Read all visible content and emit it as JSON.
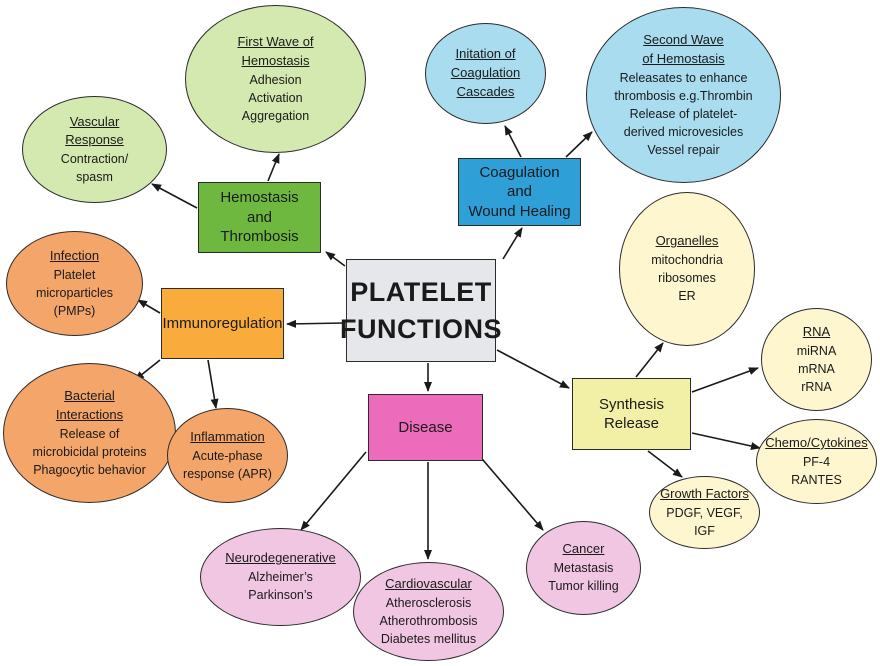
{
  "colors": {
    "green_light": "#d4e9b0",
    "green_box": "#6fb83f",
    "blue_light": "#a9dcef",
    "blue_box": "#2f9fd8",
    "orange": "#f4a569",
    "orange_box": "#f9ab3c",
    "pink_light": "#f1c6e2",
    "pink_box": "#ec6cbb",
    "yellow_light": "#fdf6cf",
    "yellow_box": "#f2f0a6",
    "gray_box": "#e6e7ea"
  },
  "center": {
    "lines": [
      "PLATELET",
      "FUNCTIONS"
    ]
  },
  "categories": {
    "hemostasis": {
      "lines": [
        "Hemostasis",
        "and",
        "Thrombosis"
      ]
    },
    "coagulation": {
      "lines": [
        "Coagulation",
        "and",
        "Wound Healing"
      ]
    },
    "immunoregulation": {
      "lines": [
        "Immunoregulation"
      ]
    },
    "disease": {
      "lines": [
        "Disease"
      ]
    },
    "synthesis": {
      "lines": [
        "Synthesis",
        "Release"
      ]
    }
  },
  "leaves": {
    "first_wave": {
      "title": [
        "First Wave of",
        "Hemostasis"
      ],
      "lines": [
        "Adhesion",
        "Activation",
        "Aggregation"
      ]
    },
    "vascular": {
      "title": [
        "Vascular",
        "Response"
      ],
      "lines": [
        "Contraction/",
        "spasm"
      ]
    },
    "initiation": {
      "title": [
        "Initation of",
        "Coagulation",
        "Cascades"
      ],
      "lines": []
    },
    "second_wave": {
      "title": [
        "Second Wave",
        "of Hemostasis"
      ],
      "lines": [
        "Releasates to enhance",
        "thrombosis e.g.Thrombin",
        "Release of platelet-",
        "derived microvesicles",
        "Vessel repair"
      ]
    },
    "infection": {
      "title": [
        "Infection"
      ],
      "lines": [
        "Platelet",
        "microparticles",
        "(PMPs)"
      ]
    },
    "bacterial": {
      "title": [
        "Bacterial",
        "Interactions"
      ],
      "lines": [
        "Release of",
        "microbicidal proteins",
        "Phagocytic behavior"
      ]
    },
    "inflammation": {
      "title": [
        "Inflammation"
      ],
      "lines": [
        "Acute-phase",
        "response (APR)"
      ]
    },
    "neuro": {
      "title": [
        "Neurodegenerative"
      ],
      "lines": [
        "Alzheimer’s",
        "Parkinson’s"
      ]
    },
    "cardio": {
      "title": [
        "Cardiovascular"
      ],
      "lines": [
        "Atherosclerosis",
        "Atherothrombosis",
        "Diabetes mellitus"
      ]
    },
    "cancer": {
      "title": [
        "Cancer"
      ],
      "lines": [
        "Metastasis",
        "Tumor killing"
      ]
    },
    "organelles": {
      "title": [
        "Organelles"
      ],
      "lines": [
        "mitochondria",
        "ribosomes",
        "ER"
      ]
    },
    "rna": {
      "title": [
        "RNA"
      ],
      "lines": [
        "miRNA",
        "mRNA",
        "rRNA"
      ]
    },
    "chemo": {
      "title": [
        "Chemo/Cytokines"
      ],
      "lines": [
        "PF-4",
        "RANTES"
      ]
    },
    "growth": {
      "title": [
        "Growth Factors"
      ],
      "lines": [
        "PDGF, VEGF,",
        "IGF"
      ]
    }
  }
}
